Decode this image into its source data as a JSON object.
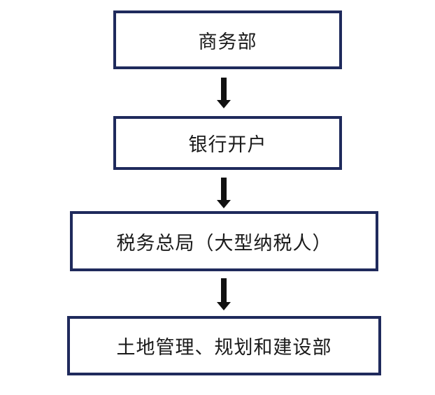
{
  "flowchart": {
    "steps": [
      {
        "label": "商务部"
      },
      {
        "label": "银行开户"
      },
      {
        "label": "税务总局（大型纳税人）"
      },
      {
        "label": "土地管理、规划和建设部"
      }
    ]
  },
  "colors": {
    "box_border": "#1f2a5c",
    "arrow": "#111111",
    "text": "#1a1a1a"
  }
}
